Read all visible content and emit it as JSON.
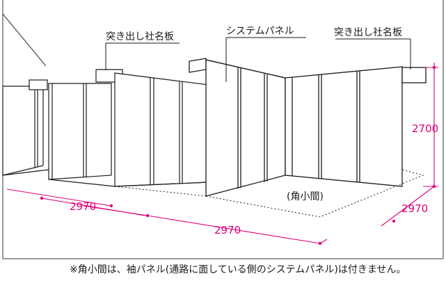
{
  "labels": {
    "sign_left": "突き出し社名板",
    "system_panel": "システムパネル",
    "sign_right": "突き出し社名板",
    "corner_booth": "(角小間)"
  },
  "dimensions": {
    "width_left": "2970",
    "width_front": "2970",
    "depth_right": "2970",
    "height": "2700"
  },
  "note": "※角小間は、袖パネル(通路に面している側のシステムパネル)は付きません。",
  "colors": {
    "dimension": "#e0007a",
    "line": "#1a1a1a"
  }
}
